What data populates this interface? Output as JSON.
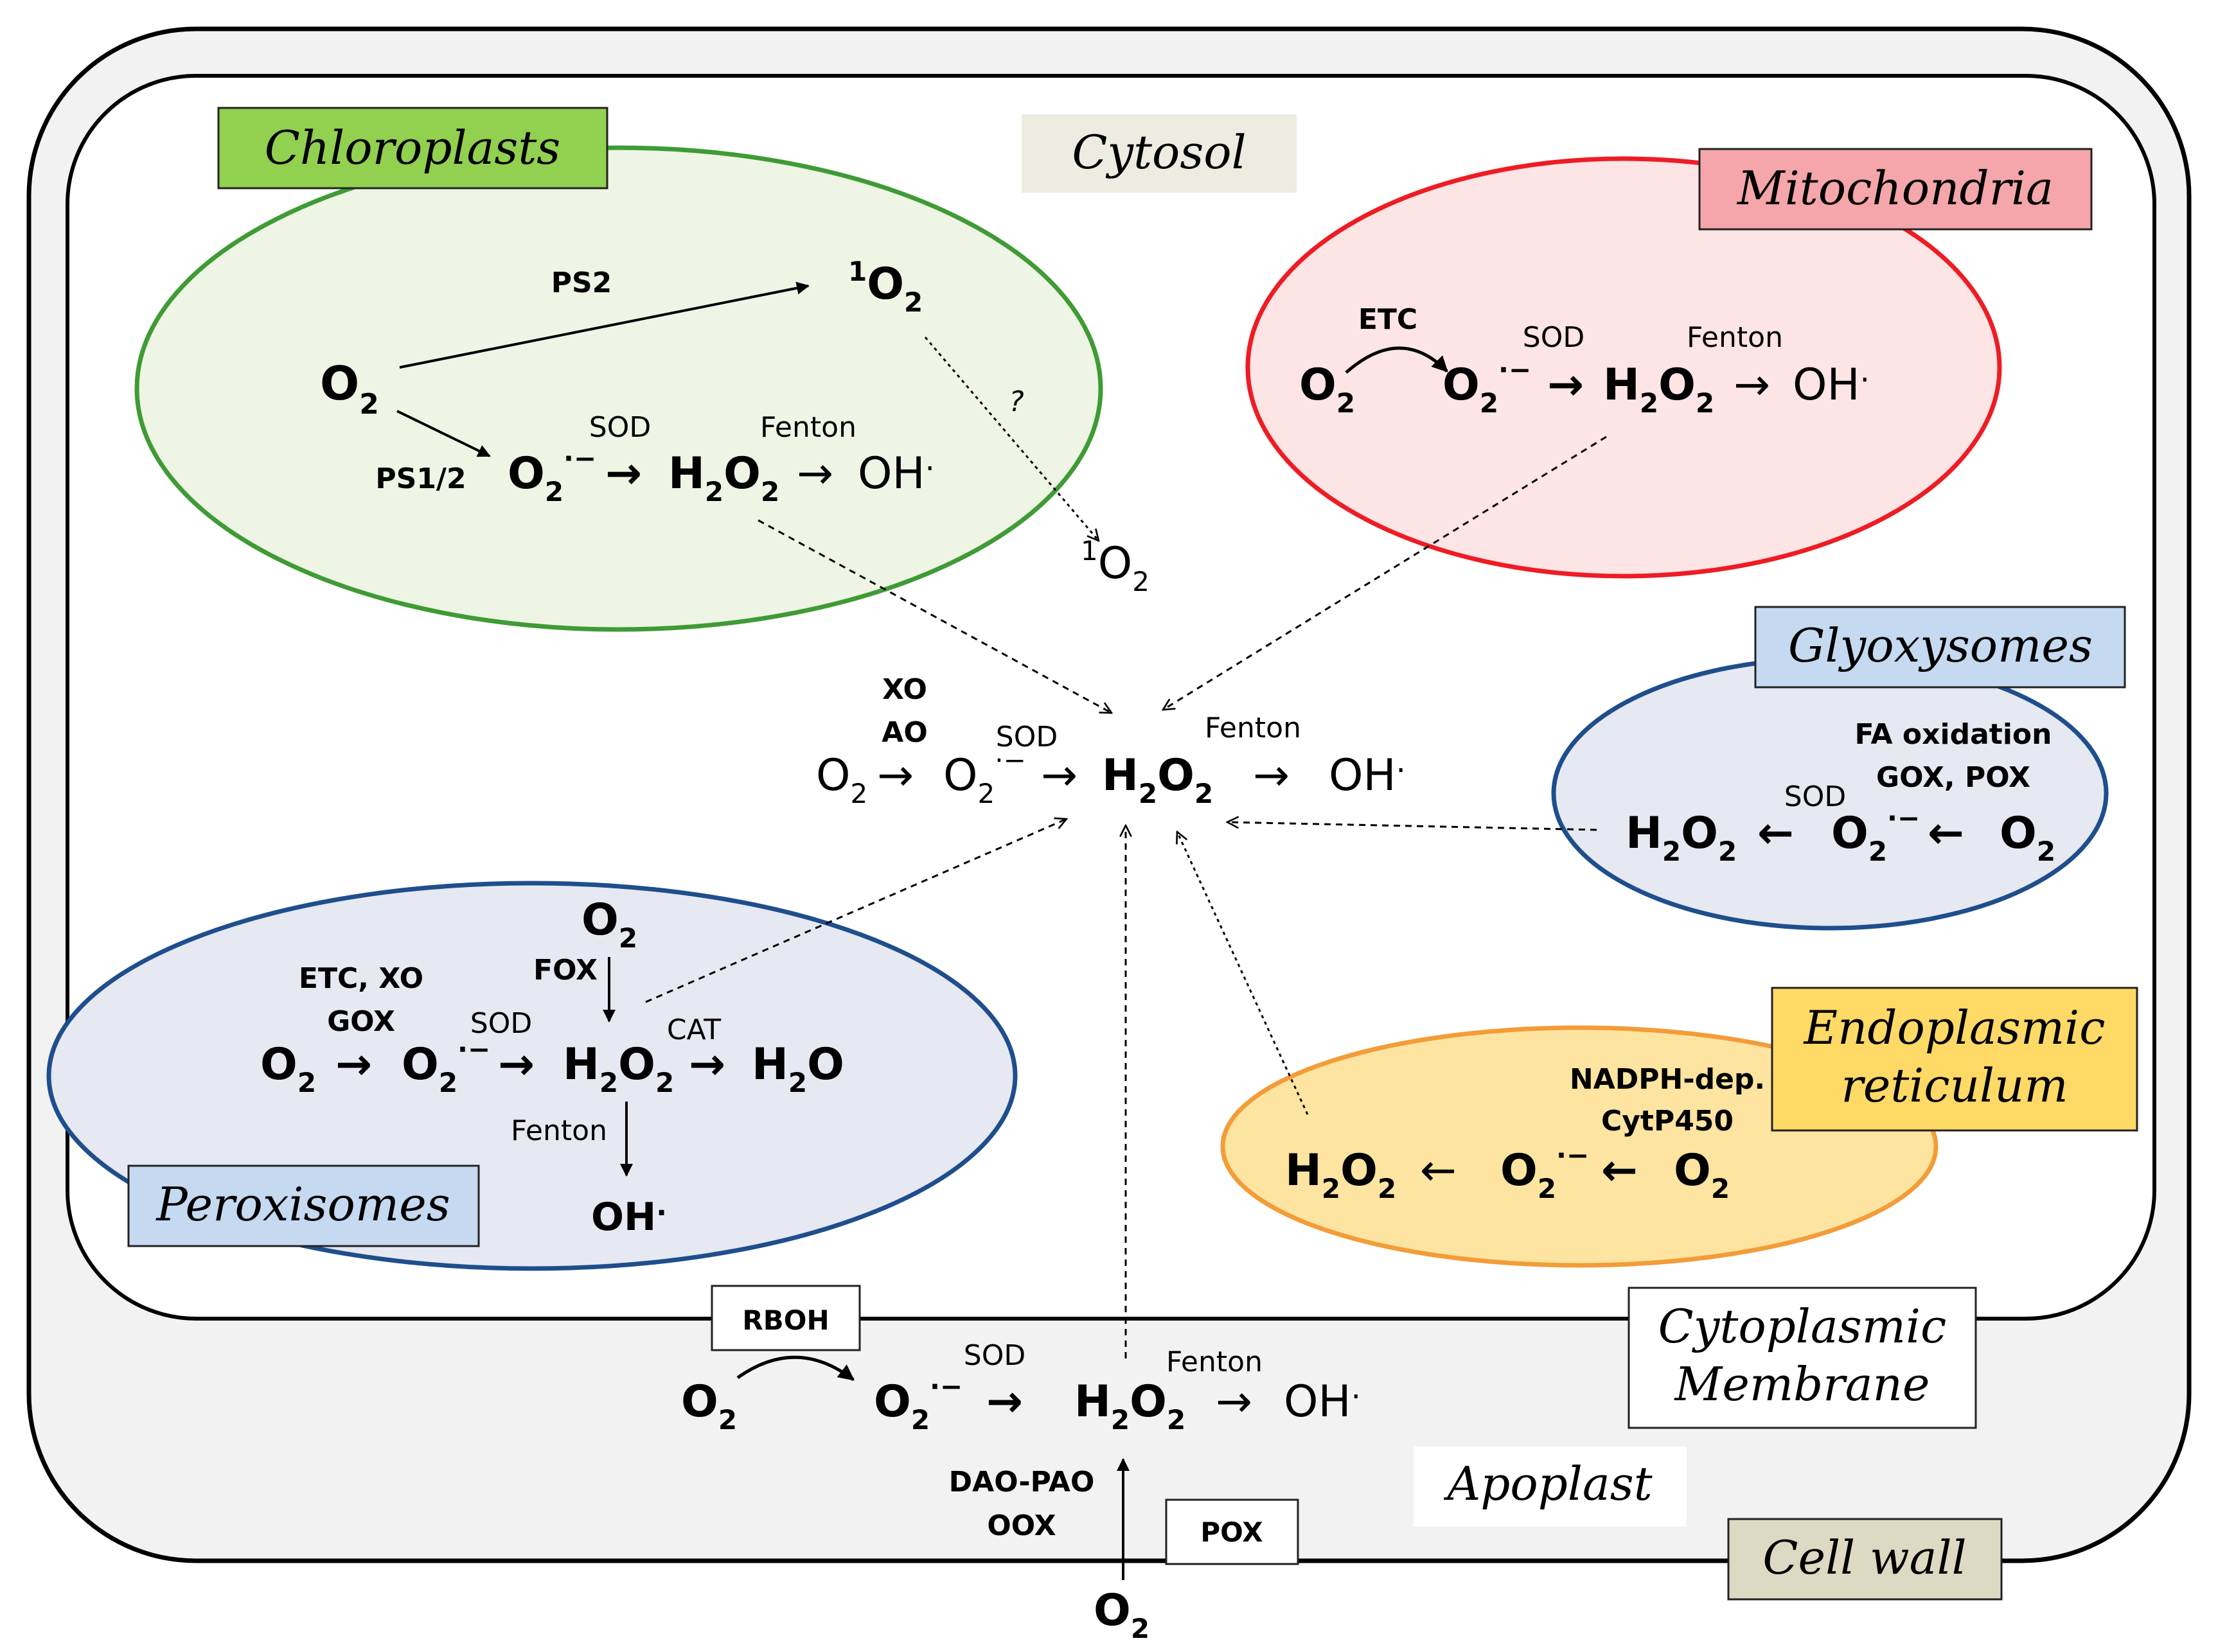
{
  "compartments": {
    "cytosol": "Cytosol",
    "chloroplasts": "Chloroplasts",
    "mitochondria": "Mitochondria",
    "glyoxysomes": "Glyoxysomes",
    "peroxisomes": "Peroxisomes",
    "er_line1": "Endoplasmic",
    "er_line2": "reticulum",
    "membrane_line1": "Cytoplasmic",
    "membrane_line2": "Membrane",
    "apoplast": "Apoplast",
    "cell_wall": "Cell wall"
  },
  "species": {
    "o2": "O",
    "o2_sub": "2",
    "singlet_sup": "1",
    "superoxide_sup": "·−",
    "h2o2_h": "H",
    "h2o2_mid": "O",
    "sub2": "2",
    "oh": "OH",
    "radical_dot": "·",
    "water_h": "H",
    "water_o": "O",
    "arrow_right": "→",
    "arrow_left": "←"
  },
  "enzymes": {
    "sod": "SOD",
    "fenton": "Fenton",
    "ps2": "PS2",
    "ps12": "PS1/2",
    "question": "?",
    "etc": "ETC",
    "xo": "XO",
    "ao": "AO",
    "fa_oxidation": "FA oxidation",
    "gox_pox": "GOX, POX",
    "etc_xo": "ETC, XO",
    "gox": "GOX",
    "fox": "FOX",
    "cat": "CAT",
    "nadph_dep": "NADPH-dep.",
    "cytp450": "CytP450",
    "rboh": "RBOH",
    "dao_pao": "DAO-PAO",
    "oox": "OOX",
    "pox": "POX"
  },
  "colors": {
    "cell_wall_fill": "#f2f2f2",
    "chloroplast_fill": "#eef5e4",
    "chloroplast_border": "#3f9b35",
    "chloroplast_label": "#92d050",
    "mito_fill": "#fde4e5",
    "mito_border": "#ee1c24",
    "mito_label": "#f4a6aa",
    "glyoxysome_fill": "#e6e9f2",
    "glyoxysome_border": "#1f4e8c",
    "glyoxysome_label": "#c5d9f1",
    "er_fill": "#fde4a0",
    "er_border": "#f39c38",
    "er_label": "#ffd966",
    "cytosol_label": "#eeece1",
    "cell_wall_label": "#ddd9c3"
  }
}
